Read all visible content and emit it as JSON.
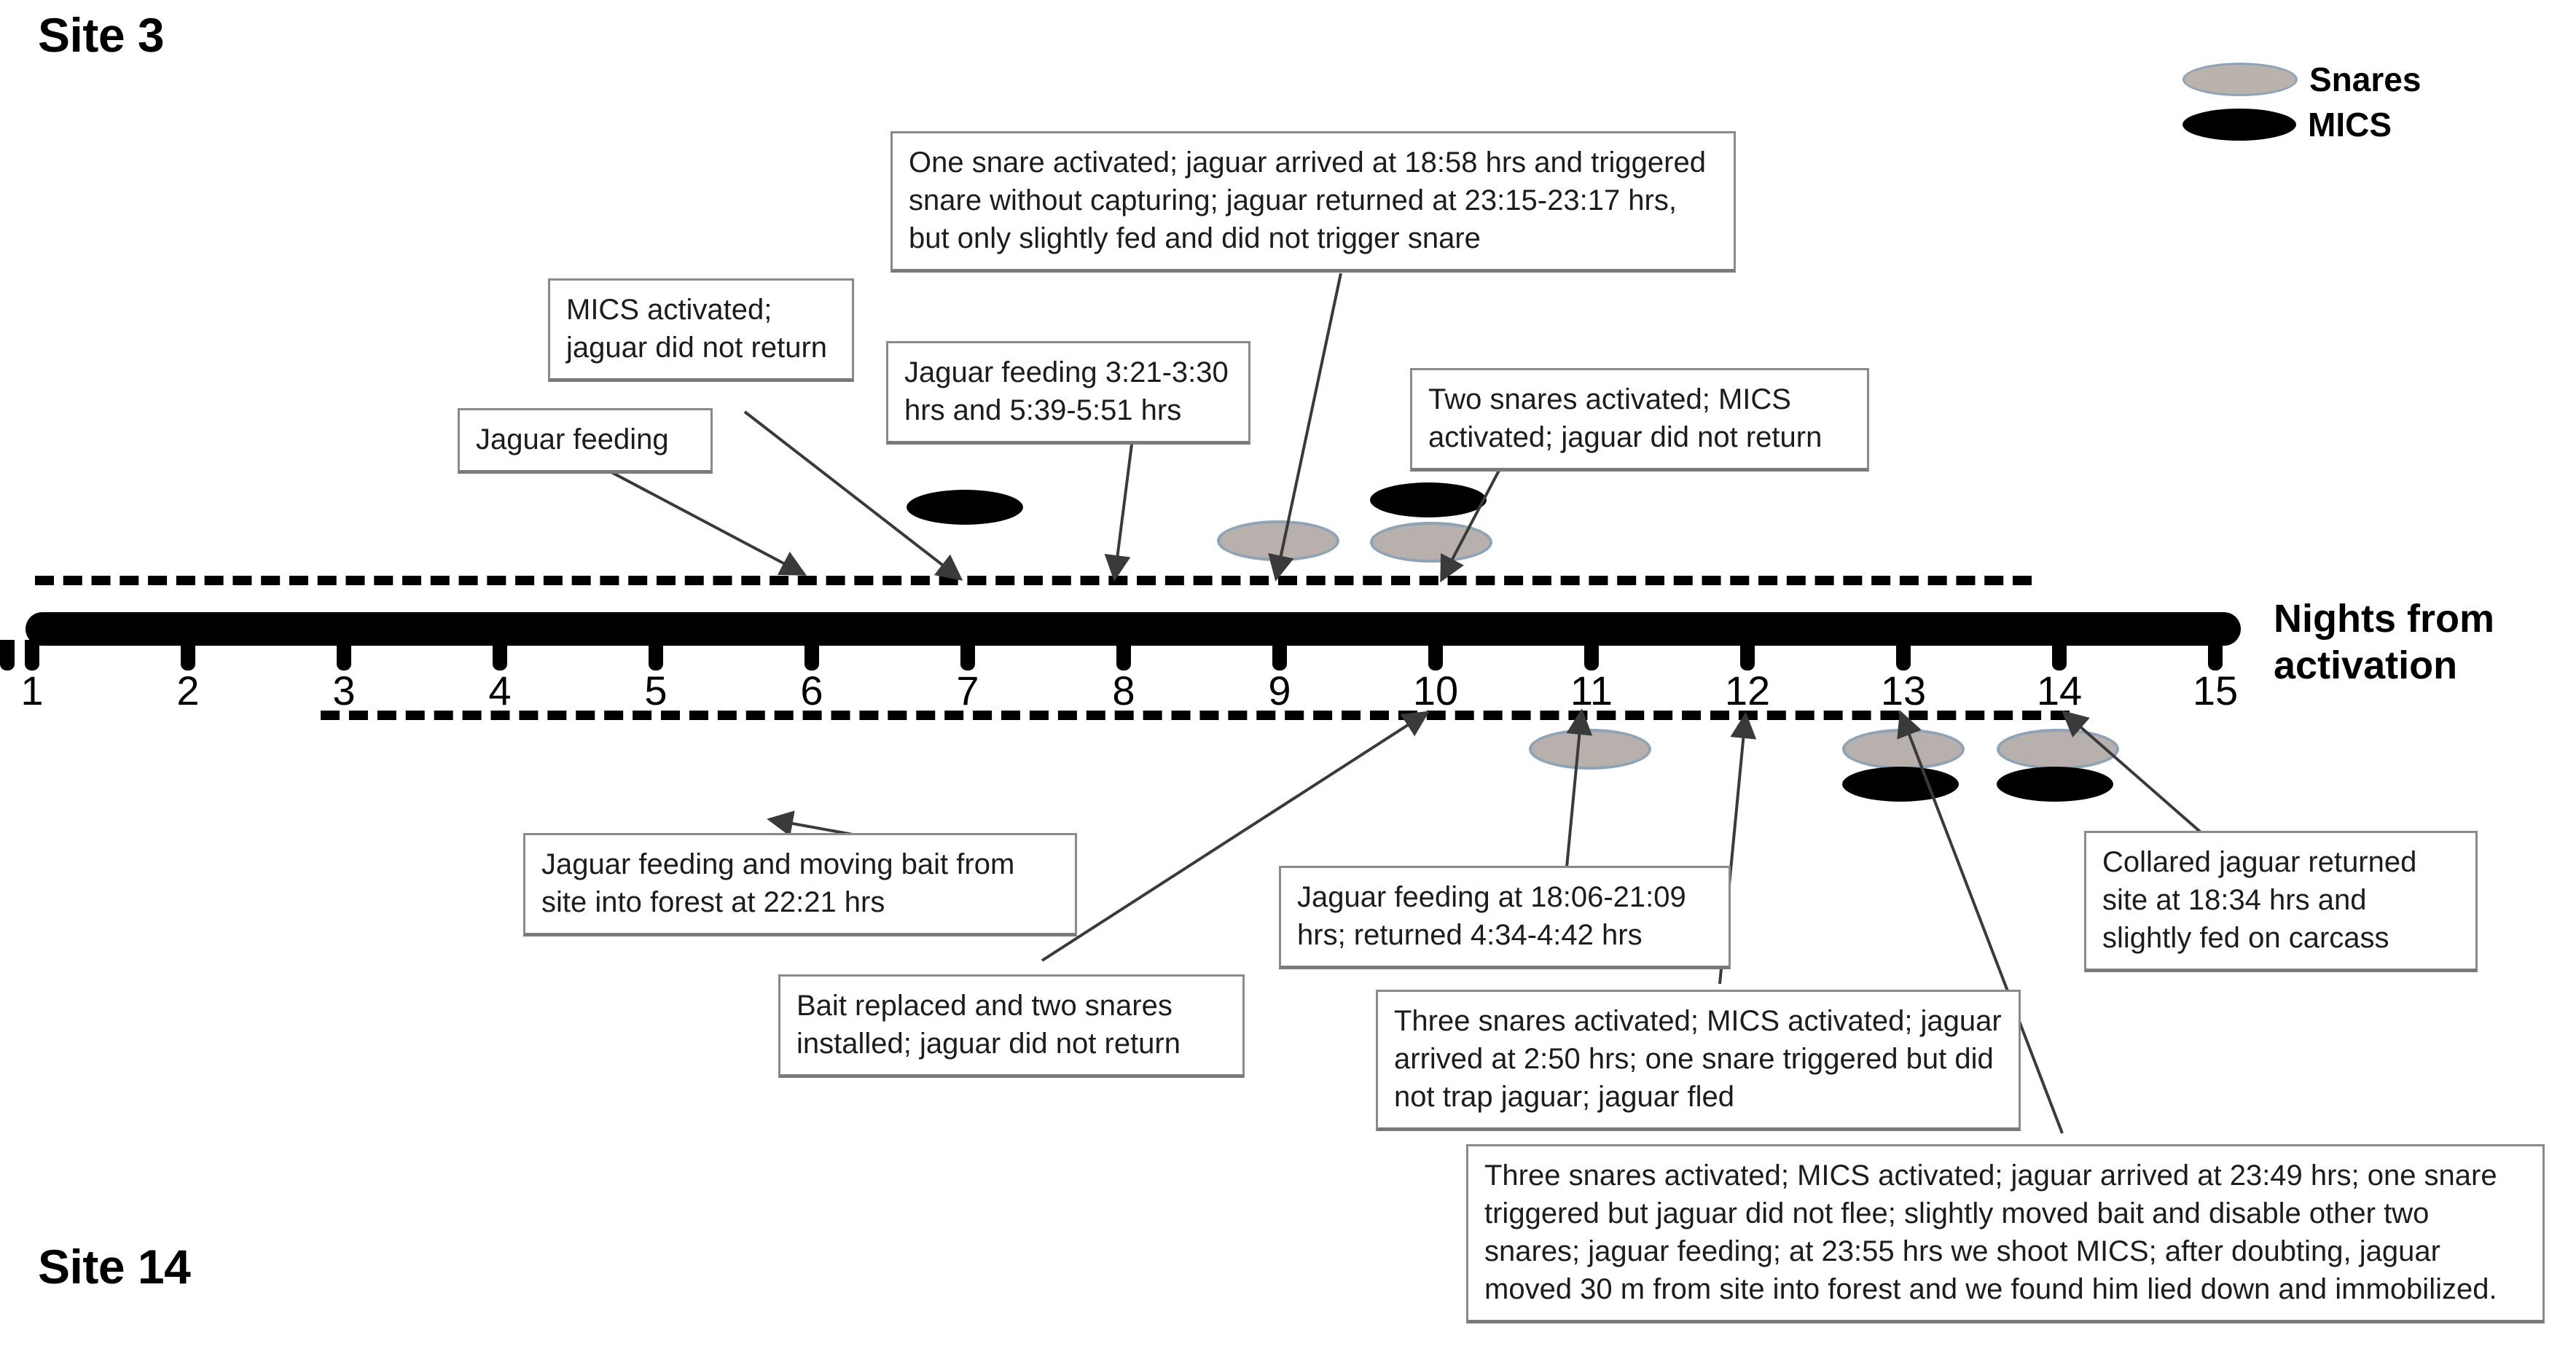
{
  "sites": {
    "top_label": "Site 3",
    "bottom_label": "Site 14"
  },
  "legend": {
    "items": [
      {
        "label": "Snares",
        "icon": "snare-ellipse-icon",
        "color": "#b9b2ad"
      },
      {
        "label": "MICS",
        "icon": "mics-ellipse-icon",
        "color": "#000000"
      }
    ]
  },
  "axis": {
    "caption_line1": "Nights from",
    "caption_line2": "activation",
    "caption": "Nights from activation",
    "ticks": [
      "1",
      "2",
      "3",
      "4",
      "5",
      "6",
      "7",
      "8",
      "9",
      "10",
      "11",
      "12",
      "13",
      "14",
      "15"
    ]
  },
  "chart_data": {
    "type": "timeline",
    "title": "Site 3 / Site 14 jaguar capture-attempt timeline",
    "xlabel": "Nights from activation",
    "x": [
      1,
      2,
      3,
      4,
      5,
      6,
      7,
      8,
      9,
      10,
      11,
      12,
      13,
      14,
      15
    ],
    "xlim": [
      1,
      15
    ],
    "grid": false,
    "legend": [
      "Snares",
      "MICS"
    ],
    "legend_position": "top-right",
    "series": [
      {
        "name": "Site 3 (above axis)",
        "events": [
          {
            "night": 7,
            "markers": [
              "MICS"
            ]
          },
          {
            "night": 9,
            "markers": [
              "Snares"
            ]
          },
          {
            "night": 10,
            "markers": [
              "MICS",
              "Snares"
            ]
          }
        ]
      },
      {
        "name": "Site 14 (below axis)",
        "events": [
          {
            "night": 11,
            "markers": [
              "Snares"
            ]
          },
          {
            "night": 13,
            "markers": [
              "Snares",
              "MICS"
            ]
          },
          {
            "night": 14,
            "markers": [
              "Snares",
              "MICS"
            ]
          }
        ]
      }
    ]
  },
  "annotations": {
    "top": [
      {
        "id": "jaguar-feeding",
        "text": "Jaguar feeding",
        "target_night": 6
      },
      {
        "id": "mics-activated-no-return",
        "text": "MICS activated; jaguar did not return",
        "target_night": 7
      },
      {
        "id": "jaguar-feeding-times",
        "text": "Jaguar feeding 3:21-3:30 hrs and 5:39-5:51 hrs",
        "target_night": 8
      },
      {
        "id": "one-snare-activated",
        "text": "One snare activated; jaguar arrived at 18:58 hrs and triggered snare without capturing; jaguar returned at 23:15-23:17 hrs, but only slightly fed and did not trigger snare",
        "target_night": 9
      },
      {
        "id": "two-snares-activated",
        "text": "Two snares activated; MICS activated; jaguar did not return",
        "target_night": 10
      }
    ],
    "bottom": [
      {
        "id": "feeding-moving-bait",
        "text": "Jaguar feeding and moving bait from site into forest at 22:21 hrs",
        "target_night": 10
      },
      {
        "id": "bait-replaced",
        "text": "Bait replaced and two snares installed; jaguar did not return",
        "target_night": 11
      },
      {
        "id": "feeding-1806",
        "text": "Jaguar feeding at 18:06-21:09 hrs; returned 4:34-4:42 hrs",
        "target_night": 12
      },
      {
        "id": "three-snares-fled",
        "text": "Three snares activated; MICS activated; jaguar arrived at 2:50 hrs; one snare triggered but did not trap jaguar; jaguar fled",
        "target_night": 13
      },
      {
        "id": "three-snares-immobilized",
        "text": "Three snares activated; MICS activated; jaguar arrived at 23:49 hrs; one snare triggered but jaguar did not flee; slightly moved bait and disable other two snares; jaguar feeding; at 23:55 hrs we shoot MICS; after doubting, jaguar moved 30 m from site into forest and we found him lied down and immobilized.",
        "target_night": 14
      },
      {
        "id": "collared-returned",
        "text": "Collared jaguar returned site at 18:34 hrs and slightly fed on carcass",
        "target_night": 15
      }
    ]
  },
  "colors": {
    "snare_fill": "#b9b2ad",
    "snare_stroke": "#8da2b5",
    "mics_fill": "#000000",
    "box_border": "#8a8a8a",
    "axis": "#000000"
  }
}
